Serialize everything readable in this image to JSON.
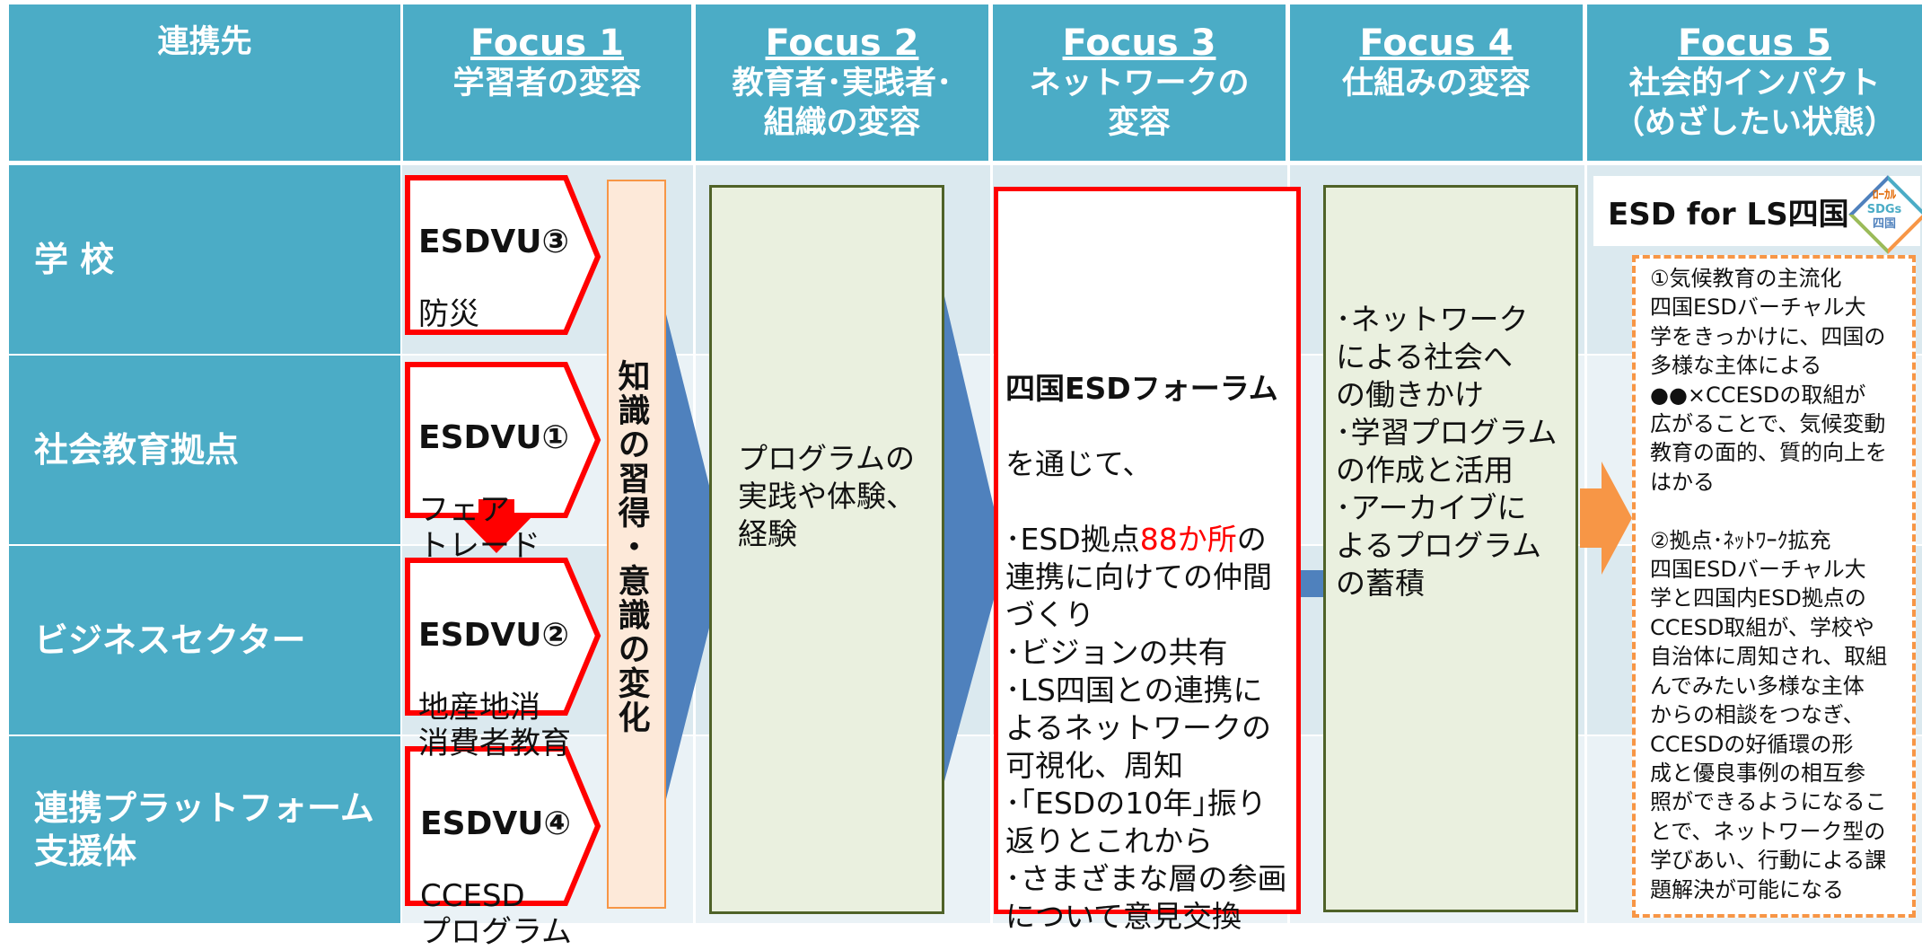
{
  "headers": {
    "partners": "連携先",
    "focus1": {
      "title": "Focus 1",
      "sub": "学習者の変容"
    },
    "focus2": {
      "title": "Focus 2",
      "sub": "教育者･実践者･\n組織の変容"
    },
    "focus3": {
      "title": "Focus 3",
      "sub": "ネットワークの\n変容"
    },
    "focus4": {
      "title": "Focus 4",
      "sub": "仕組みの変容"
    },
    "focus5": {
      "title": "Focus 5",
      "sub": "社会的インパクト\n（めざしたい状態）"
    }
  },
  "rows": [
    "学 校",
    "社会教育拠点",
    "ビジネスセクター",
    "連携プラットフォーム\n支援体"
  ],
  "esdvu": [
    {
      "title": "ESDVU③",
      "body": "防災"
    },
    {
      "title": "ESDVU①",
      "body": "フェア\nトレード"
    },
    {
      "title": "ESDVU②",
      "body": "地産地消\n消費者教育"
    },
    {
      "title": "ESDVU④",
      "body": "CCESD\nプログラム"
    }
  ],
  "vertical_text": "知識の習得・意識の変化",
  "focus2_text": "プログラムの\n実践や体験、\n経験",
  "focus3": {
    "title": "四国ESDフォーラム",
    "intro": "を通じて、",
    "b1_pre": "･ESD拠点",
    "b1_red": "88か所",
    "b1_post": "の\n 連携に向けての仲間\n づくり",
    "rest": "･ビジョンの共有\n･LS四国との連携に\n よるネットワークの\n 可視化、周知\n･｢ESDの10年｣振り\n 返りとこれから\n･さまざまな層の参画\n について意見交換"
  },
  "focus4_text": "･ネットワーク\n  による社会へ\n  の働きかけ\n･学習プログラム\n  の作成と活用\n･アーカイブに\n  よるプログラム\n  の蓄積",
  "logo": {
    "text": "ESD for LS四国",
    "badge": [
      "ﾛｰｶﾙ",
      "SDGs",
      "四国"
    ]
  },
  "focus5_text": "①気候教育の主流化\n四国ESDバーチャル大\n学をきっかけに、四国の\n多様な主体による\n●●×CCESDの取組が\n広がることで、気候変動\n教育の面的、質的向上を\nはかる\n\n②拠点･ﾈｯﾄﾜｰｸ拡充\n四国ESDバーチャル大\n学と四国内ESD拠点の\nCCESD取組が、学校や\n自治体に周知され、取組\nんでみたい多様な主体\nからの相談をつなぎ、\nCCESDの好循環の形\n成と優良事例の相互参\n照ができるようになるこ\nとで、ネットワーク型の\n学びあい、行動による課\n題解決が可能になる",
  "colors": {
    "header": "#4bacc6",
    "band": "#dbe9ef",
    "red": "#ff0000",
    "blue_arrow": "#4f81bd",
    "orange_arrow": "#f79646",
    "green_box": "#eaf0df",
    "peach": "#fde9d9"
  }
}
